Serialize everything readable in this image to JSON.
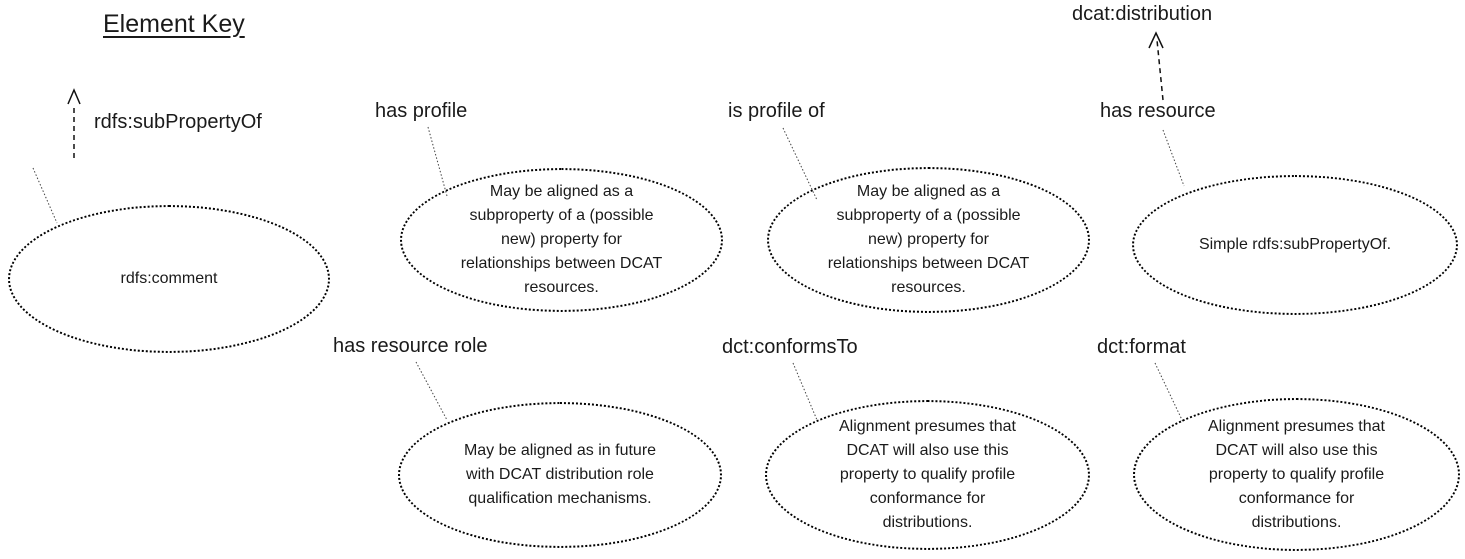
{
  "title": "Element Key",
  "key": {
    "arrow_label": "rdfs:subPropertyOf",
    "external_class_label": "dcat:distribution"
  },
  "colors": {
    "text": "#1a1a1a",
    "outline": "#000000",
    "leader": "#444444",
    "background": "#ffffff"
  },
  "nodes": [
    {
      "id": "rdfs-comment",
      "label": "",
      "note": "rdfs:comment"
    },
    {
      "id": "has-profile",
      "label": "has profile",
      "note": "May be aligned as a subproperty of a (possible new) property for relationships between DCAT resources."
    },
    {
      "id": "is-profile-of",
      "label": "is profile of",
      "note": "May be aligned as a subproperty of a (possible new) property for relationships between DCAT resources."
    },
    {
      "id": "has-resource",
      "label": "has resource",
      "note": "Simple rdfs:subPropertyOf."
    },
    {
      "id": "has-resource-role",
      "label": "has resource role",
      "note": "May be aligned as in future with DCAT distribution role qualification mechanisms."
    },
    {
      "id": "dct-conformsto",
      "label": "dct:conformsTo",
      "note": "Alignment presumes that DCAT will also use this property to qualify profile conformance for distributions."
    },
    {
      "id": "dct-format",
      "label": "dct:format",
      "note": "Alignment presumes that DCAT will also use this property to qualify profile conformance for distributions."
    }
  ]
}
